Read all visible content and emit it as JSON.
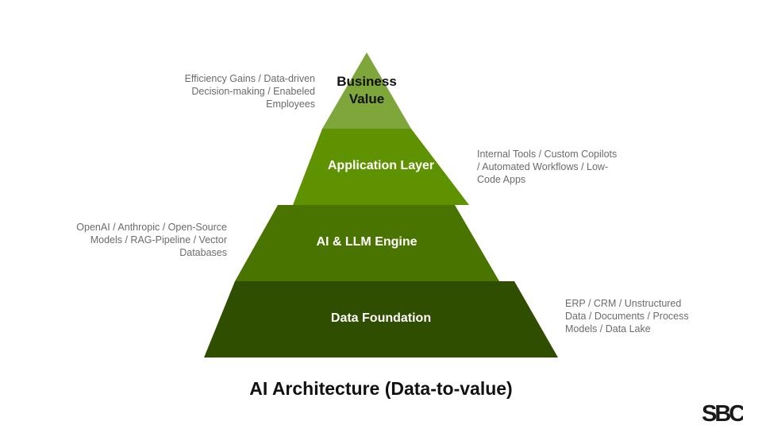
{
  "pyramid": {
    "layers": [
      {
        "label": "Business Value",
        "color": "#7fa63a"
      },
      {
        "label": "Application Layer",
        "color": "#5f9200"
      },
      {
        "label": "AI & LLM Engine",
        "color": "#4a7400"
      },
      {
        "label": "Data Foundation",
        "color": "#2f4e00"
      }
    ],
    "notes": [
      "Efficiency Gains / Data-driven Decision-making / Enabeled Employees",
      "Internal Tools / Custom Copilots / Automated Workflows / Low-Code Apps",
      "OpenAI / Anthropic / Open-Source Models / RAG-Pipeline / Vector Databases",
      "ERP / CRM / Unstructured Data / Documents / Process Models / Data Lake"
    ]
  },
  "title": "AI Architecture (Data-to-value)",
  "logo": {
    "text": "SBC",
    "color": "#1a1a1a"
  }
}
